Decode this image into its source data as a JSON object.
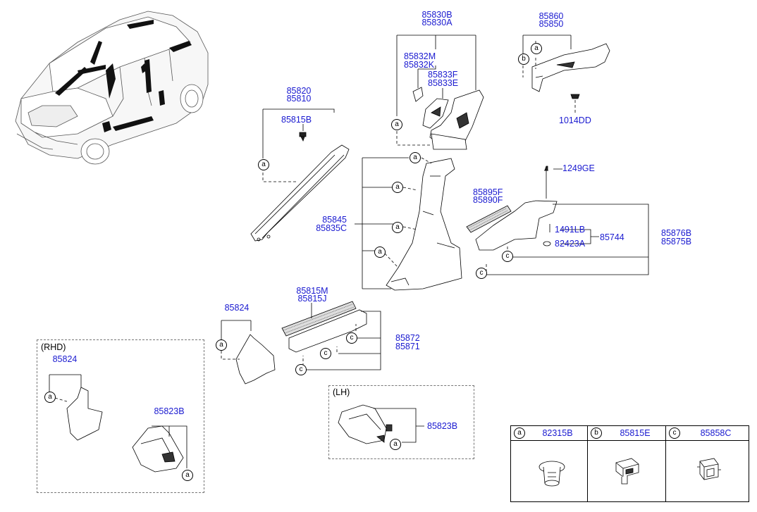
{
  "callout_letters": {
    "a": "a",
    "b": "b",
    "c": "c"
  },
  "groups": {
    "rhd": "(RHD)",
    "lh": "(LH)"
  },
  "labels": {
    "p85830": [
      "85830B",
      "85830A"
    ],
    "p85860": [
      "85860",
      "85850"
    ],
    "p85832": [
      "85832M",
      "85832K"
    ],
    "p85833": [
      "85833F",
      "85833E"
    ],
    "p85820": [
      "85820",
      "85810"
    ],
    "p85815B": "85815B",
    "p1014DD": "1014DD",
    "p1249GE": "1249GE",
    "p85895": [
      "85895F",
      "85890F"
    ],
    "p85845": [
      "85845",
      "85835C"
    ],
    "p1491LB": "1491LB",
    "p85744": "85744",
    "p82423A": "82423A",
    "p85876": [
      "85876B",
      "85875B"
    ],
    "p85815M": [
      "85815M",
      "85815J"
    ],
    "p85824_main": "85824",
    "p85872": [
      "85872",
      "85871"
    ],
    "p85824_rhd": "85824",
    "p85823B_rhd": "85823B",
    "p85823B_lh": "85823B"
  },
  "legend": [
    {
      "letter": "a",
      "part": "82315B"
    },
    {
      "letter": "b",
      "part": "85815E"
    },
    {
      "letter": "c",
      "part": "85858C"
    }
  ],
  "colors": {
    "part_number": "#1a1ad0",
    "line": "#000000",
    "leader": "#000000"
  }
}
